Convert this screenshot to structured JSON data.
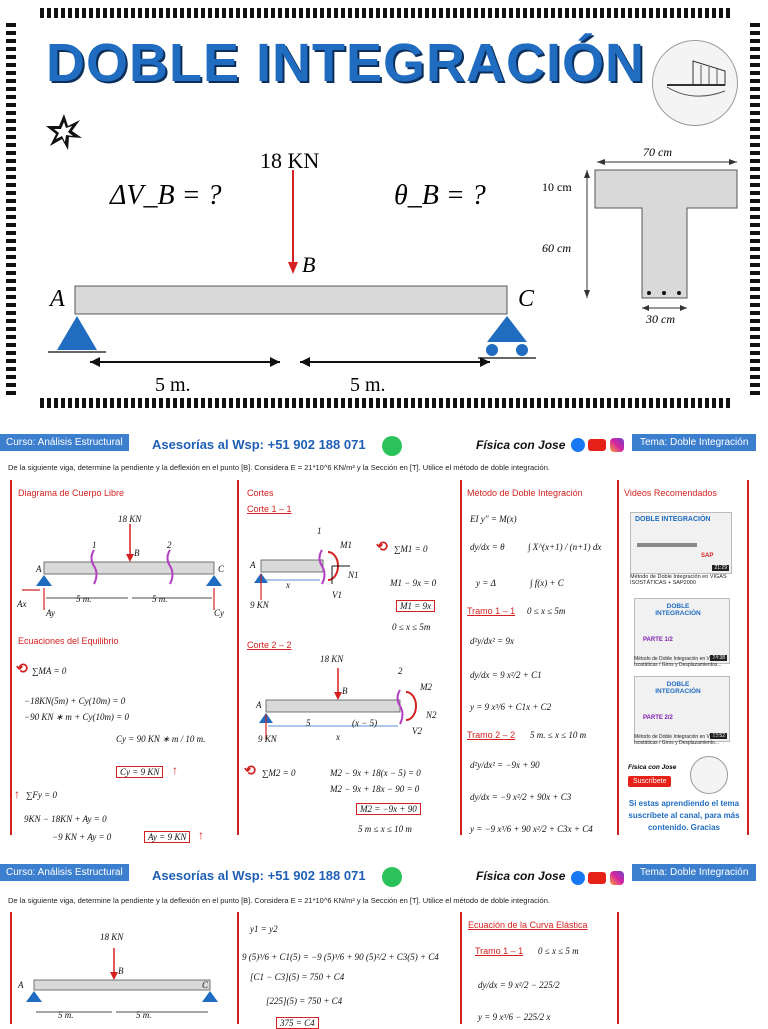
{
  "cover": {
    "title": "DOBLE INTEGRACIÓN",
    "load": "18 KN",
    "point_b": "B",
    "point_a": "A",
    "point_c": "C",
    "delta_v": "ΔV_B = ?",
    "theta": "θ_B = ?",
    "span1": "5 m.",
    "span2": "5 m.",
    "dim_top": "70 cm",
    "dim_flange": "10 cm",
    "dim_web": "60 cm",
    "dim_bottom": "30 cm"
  },
  "page1": {
    "header": {
      "course": "Curso: Análisis Estructural",
      "wsp": "Asesorías al Wsp: +51 902 188 071",
      "brand": "Física con Jose",
      "topic": "Tema: Doble Integración"
    },
    "statement": "De la siguiente viga, determine la pendiente y la deflexión en el punto [B]. Considera E = 21*10^6 KN/m² y la Sección en [T]. Utilice el método de doble integración.",
    "col1": {
      "dcl_title": "Diagrama de Cuerpo Libre",
      "load": "18 KN",
      "b": "B",
      "a": "A",
      "c": "C",
      "cut1": "1",
      "cut2": "2",
      "span1": "5 m.",
      "span2": "5 m.",
      "ax": "Ax",
      "ay": "Ay",
      "cy": "Cy",
      "eq_title": "Ecuaciones del Equilibrio",
      "sum_ma": "∑MA = 0",
      "eq1": "−18KN(5m) + Cy(10m) = 0",
      "eq2": "−90 KN ∗ m + Cy(10m) = 0",
      "eq3": "Cy = 90 KN ∗ m / 10 m.",
      "eq4": "Cy = 9 KN",
      "sum_fy": "∑Fy = 0",
      "eq5": "9KN − 18KN + Ay = 0",
      "eq6": "−9 KN + Ay = 0",
      "eq7": "Ay = 9 KN"
    },
    "col2": {
      "title": "Cortes",
      "cut1_title": "Corte 1 – 1",
      "a": "A",
      "x": "x",
      "force": "9 KN",
      "m1": "M1",
      "n1": "N1",
      "v1": "V1",
      "one": "1",
      "sum_m1": "∑M1 = 0",
      "e1": "M1 − 9x = 0",
      "e2": "M1 = 9x",
      "e3": "0 ≤ x ≤ 5m",
      "cut2_title": "Corte 2 – 2",
      "load": "18 KN",
      "b": "B",
      "two": "2",
      "m2": "M2",
      "n2": "N2",
      "v2": "V2",
      "five": "5",
      "xm5": "(x − 5)",
      "sum_m2": "∑M2 = 0",
      "f1": "M2 − 9x + 18(x − 5) = 0",
      "f2": "M2 − 9x + 18x − 90 = 0",
      "f3": "M2 = −9x + 90",
      "f4": "5 m ≤ x ≤ 10 m"
    },
    "col3": {
      "title": "Método de Doble Integración",
      "g1": "EI y'' = M(x)",
      "g2": "dy/dx = θ",
      "g3": "∫ X^(x+1) / (n+1) dx",
      "g4": "y = Δ",
      "g5": "∫ f(x) + C",
      "t1_title": "Tramo 1 – 1",
      "t1_range": "0 ≤ x ≤ 5m",
      "t1_a": "d²y/dx² = 9x",
      "t1_b": "dy/dx = 9 x²/2 + C1",
      "t1_c": "y = 9 x³/6 + C1x + C2",
      "t2_title": "Tramo 2 – 2",
      "t2_range": "5 m. ≤ x ≤ 10 m",
      "t2_a": "d²y/dx² = −9x + 90",
      "t2_b": "dy/dx = −9 x²/2 + 90x + C3",
      "t2_c": "y = −9 x³/6 + 90 x²/2 + C3x + C4"
    },
    "col4": {
      "title": "Videos Recomendados",
      "thumb1_title": "DOBLE INTEGRACIÓN",
      "thumb1_time": "21:29",
      "thumb1_sap": "SAP",
      "thumb1_caption": "Método de Doble Integración en VIGAS ISOSTÁTICAS + SAP2000",
      "thumb2_title": "DOBLE INTEGRACIÓN",
      "thumb2_part": "PARTE 1/2",
      "thumb2_time": "24:38",
      "thumb2_caption": "Método de Doble Integración en Vigas Isostáticas / Giros y Desplazamientos...",
      "thumb3_title": "DOBLE INTEGRACIÓN",
      "thumb3_part": "PARTE 2/2",
      "thumb3_time": "13:52",
      "thumb3_caption": "Método de Doble Integración en Vigas Isostáticas / Giros y Desplazamiento...",
      "brand": "Física con Jose",
      "subscribe": "Suscríbete",
      "message": "Si estas aprendiendo el tema suscríbete al canal, para más contenido. Gracias"
    }
  },
  "page2": {
    "header": {
      "course": "Curso: Análisis Estructural",
      "wsp": "Asesorías al Wsp: +51 902 188 071",
      "brand": "Física con Jose",
      "topic": "Tema: Doble Integración"
    },
    "statement": "De la siguiente viga, determine la pendiente y la deflexión en el punto [B]. Considera E = 21*10^6 KN/m² y la Sección en [T]. Utilice el método de doble integración.",
    "load": "18 KN",
    "b": "B",
    "a": "A",
    "c": "C",
    "span1": "5 m.",
    "span2": "5 m.",
    "e1": "y1 = y2",
    "e2": "9 (5)³/6 + C1(5) = −9 (5)³/6 + 90 (5)²/2 + C3(5) + C4",
    "e3": "[C1 − C3](5) = 750 + C4",
    "e4": "[225](5) = 750 + C4",
    "e5": "375 = C4",
    "curve_title": "Ecuación de la Curva Elástica",
    "t1_title": "Tramo 1 – 1",
    "t1_range": "0 ≤ x ≤ 5 m",
    "c1": "dy/dx = 9 x²/2 − 225/2",
    "c2": "y = 9 x³/6 − 225/2 x"
  }
}
